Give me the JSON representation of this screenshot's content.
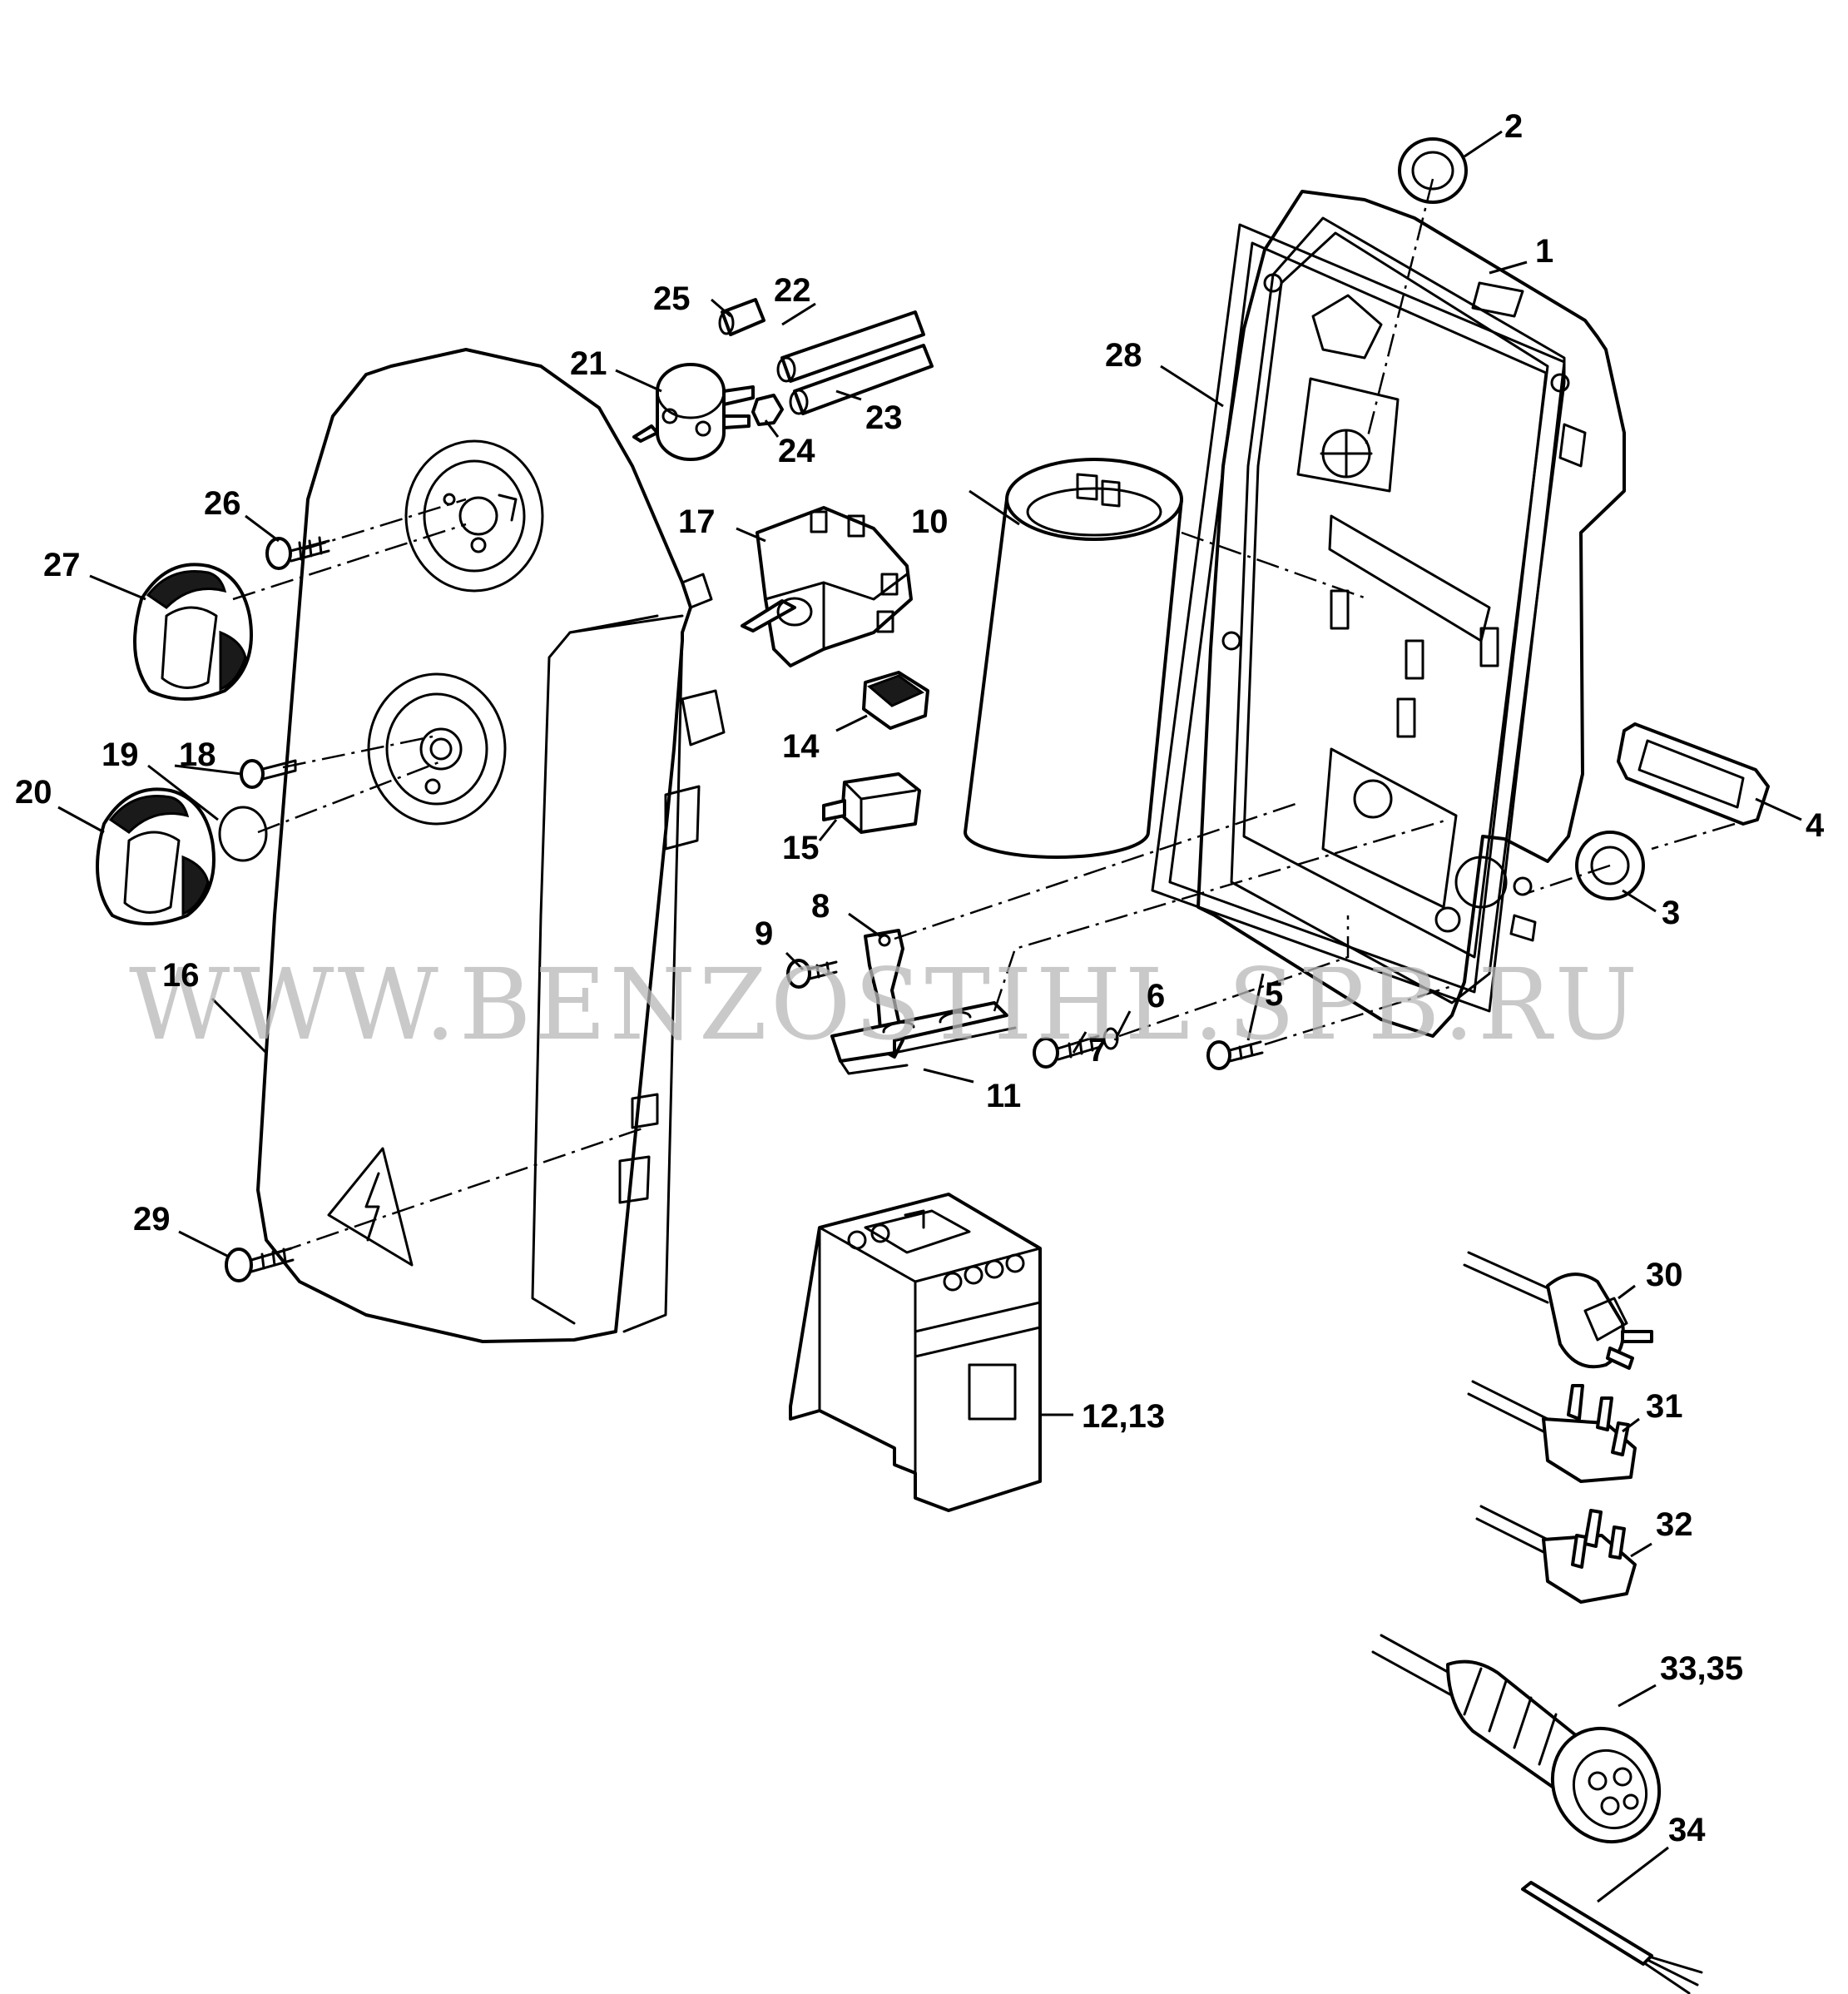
{
  "watermark": "WWW.BENZOSTIHL.SPB.RU",
  "colors": {
    "line": "#000000",
    "background": "#ffffff",
    "watermark": "#b8b8b8"
  },
  "callouts": [
    {
      "id": "c1",
      "text": "1"
    },
    {
      "id": "c2",
      "text": "2"
    },
    {
      "id": "c3",
      "text": "3"
    },
    {
      "id": "c4",
      "text": "4"
    },
    {
      "id": "c5",
      "text": "5"
    },
    {
      "id": "c6",
      "text": "6"
    },
    {
      "id": "c7",
      "text": "7"
    },
    {
      "id": "c8",
      "text": "8"
    },
    {
      "id": "c9",
      "text": "9"
    },
    {
      "id": "c10",
      "text": "10"
    },
    {
      "id": "c11",
      "text": "11"
    },
    {
      "id": "c12",
      "text": "12,13"
    },
    {
      "id": "c14",
      "text": "14"
    },
    {
      "id": "c15",
      "text": "15"
    },
    {
      "id": "c16",
      "text": "16"
    },
    {
      "id": "c17",
      "text": "17"
    },
    {
      "id": "c18",
      "text": "18"
    },
    {
      "id": "c19",
      "text": "19"
    },
    {
      "id": "c20",
      "text": "20"
    },
    {
      "id": "c21",
      "text": "21"
    },
    {
      "id": "c22",
      "text": "22"
    },
    {
      "id": "c23",
      "text": "23"
    },
    {
      "id": "c24",
      "text": "24"
    },
    {
      "id": "c25",
      "text": "25"
    },
    {
      "id": "c26",
      "text": "26"
    },
    {
      "id": "c27",
      "text": "27"
    },
    {
      "id": "c28",
      "text": "28"
    },
    {
      "id": "c29",
      "text": "29"
    },
    {
      "id": "c30",
      "text": "30"
    },
    {
      "id": "c31",
      "text": "31"
    },
    {
      "id": "c32",
      "text": "32"
    },
    {
      "id": "c33",
      "text": "33,35"
    },
    {
      "id": "c34",
      "text": "34"
    }
  ]
}
